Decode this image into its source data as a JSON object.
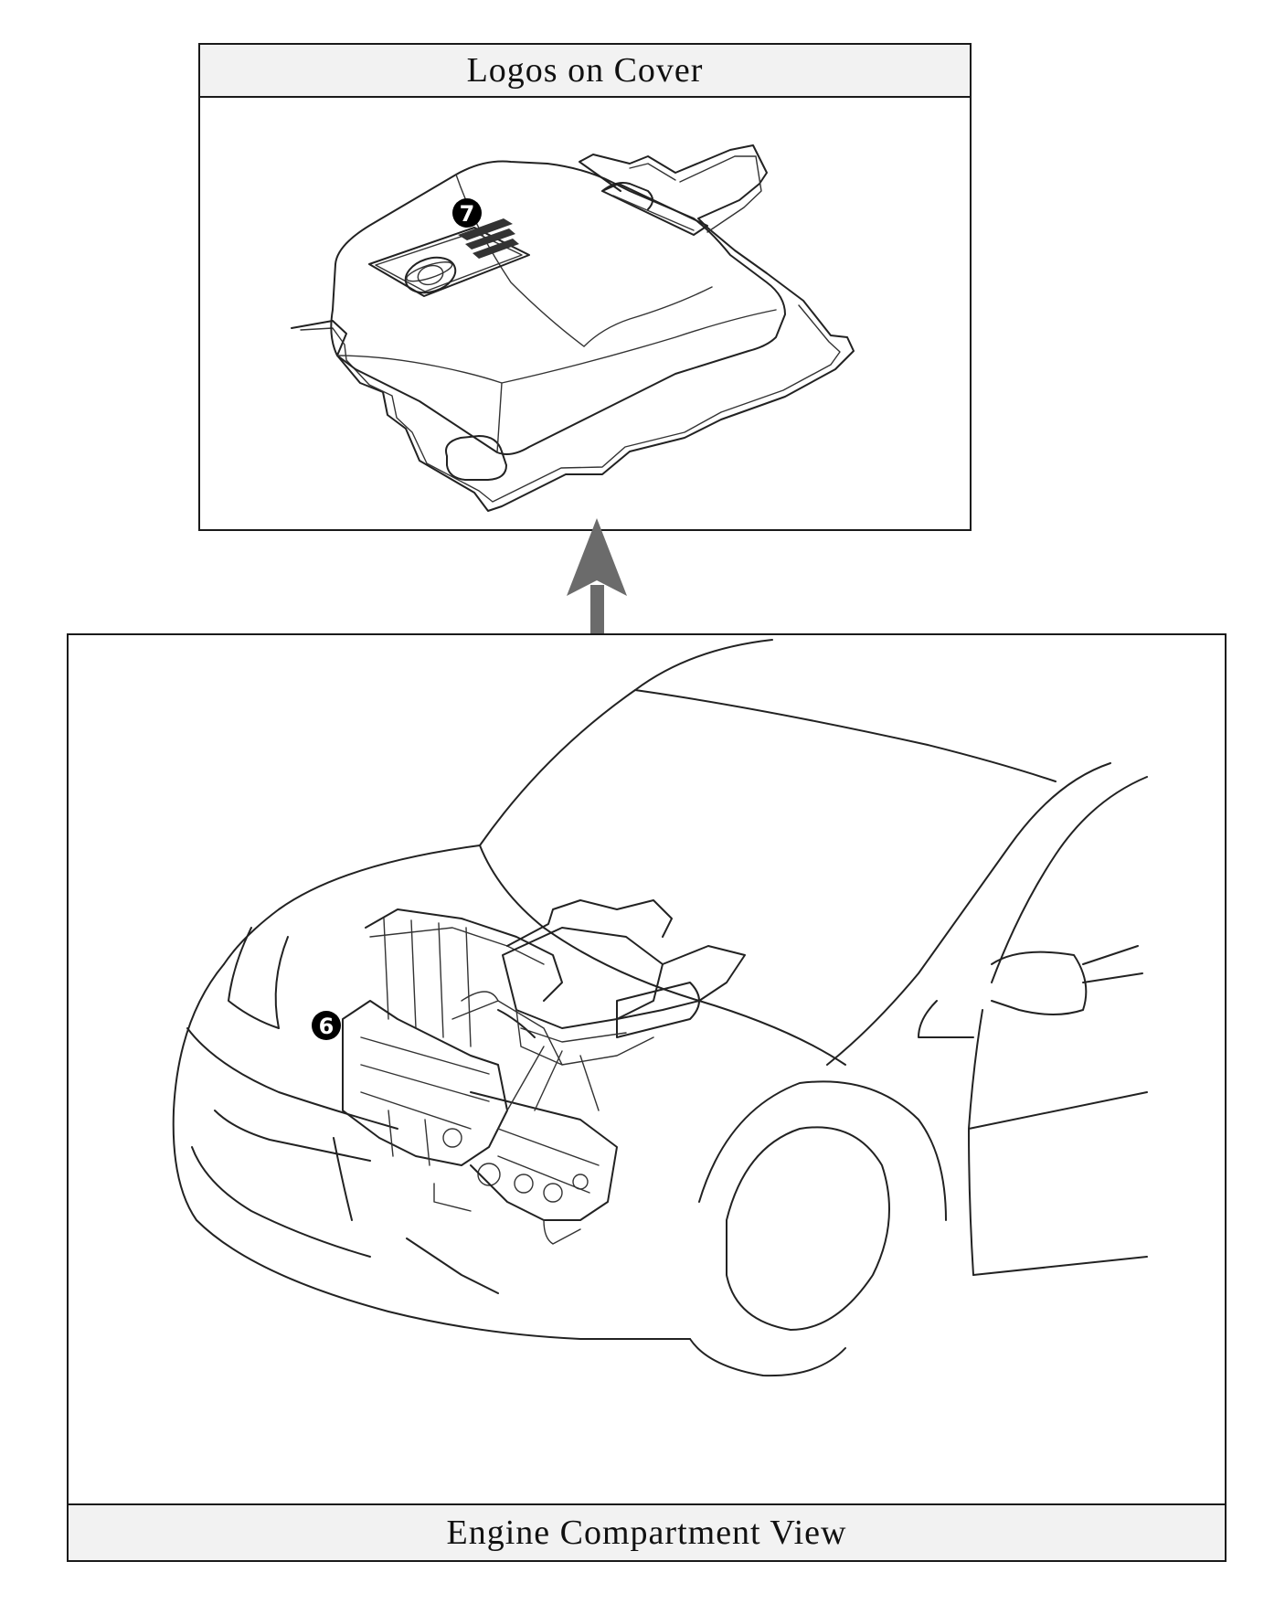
{
  "top_panel": {
    "caption": "Logos on Cover",
    "callout": "7"
  },
  "bottom_panel": {
    "caption": "Engine Compartment View",
    "callout": "6"
  },
  "colors": {
    "arrow": "#6b6b6b",
    "caption_bg": "#f2f2f2",
    "line": "#222222",
    "callout_badge": "#000000"
  },
  "icons": {
    "cover_logo": "brand-emblem-icon",
    "arrow": "up-arrow-icon"
  }
}
